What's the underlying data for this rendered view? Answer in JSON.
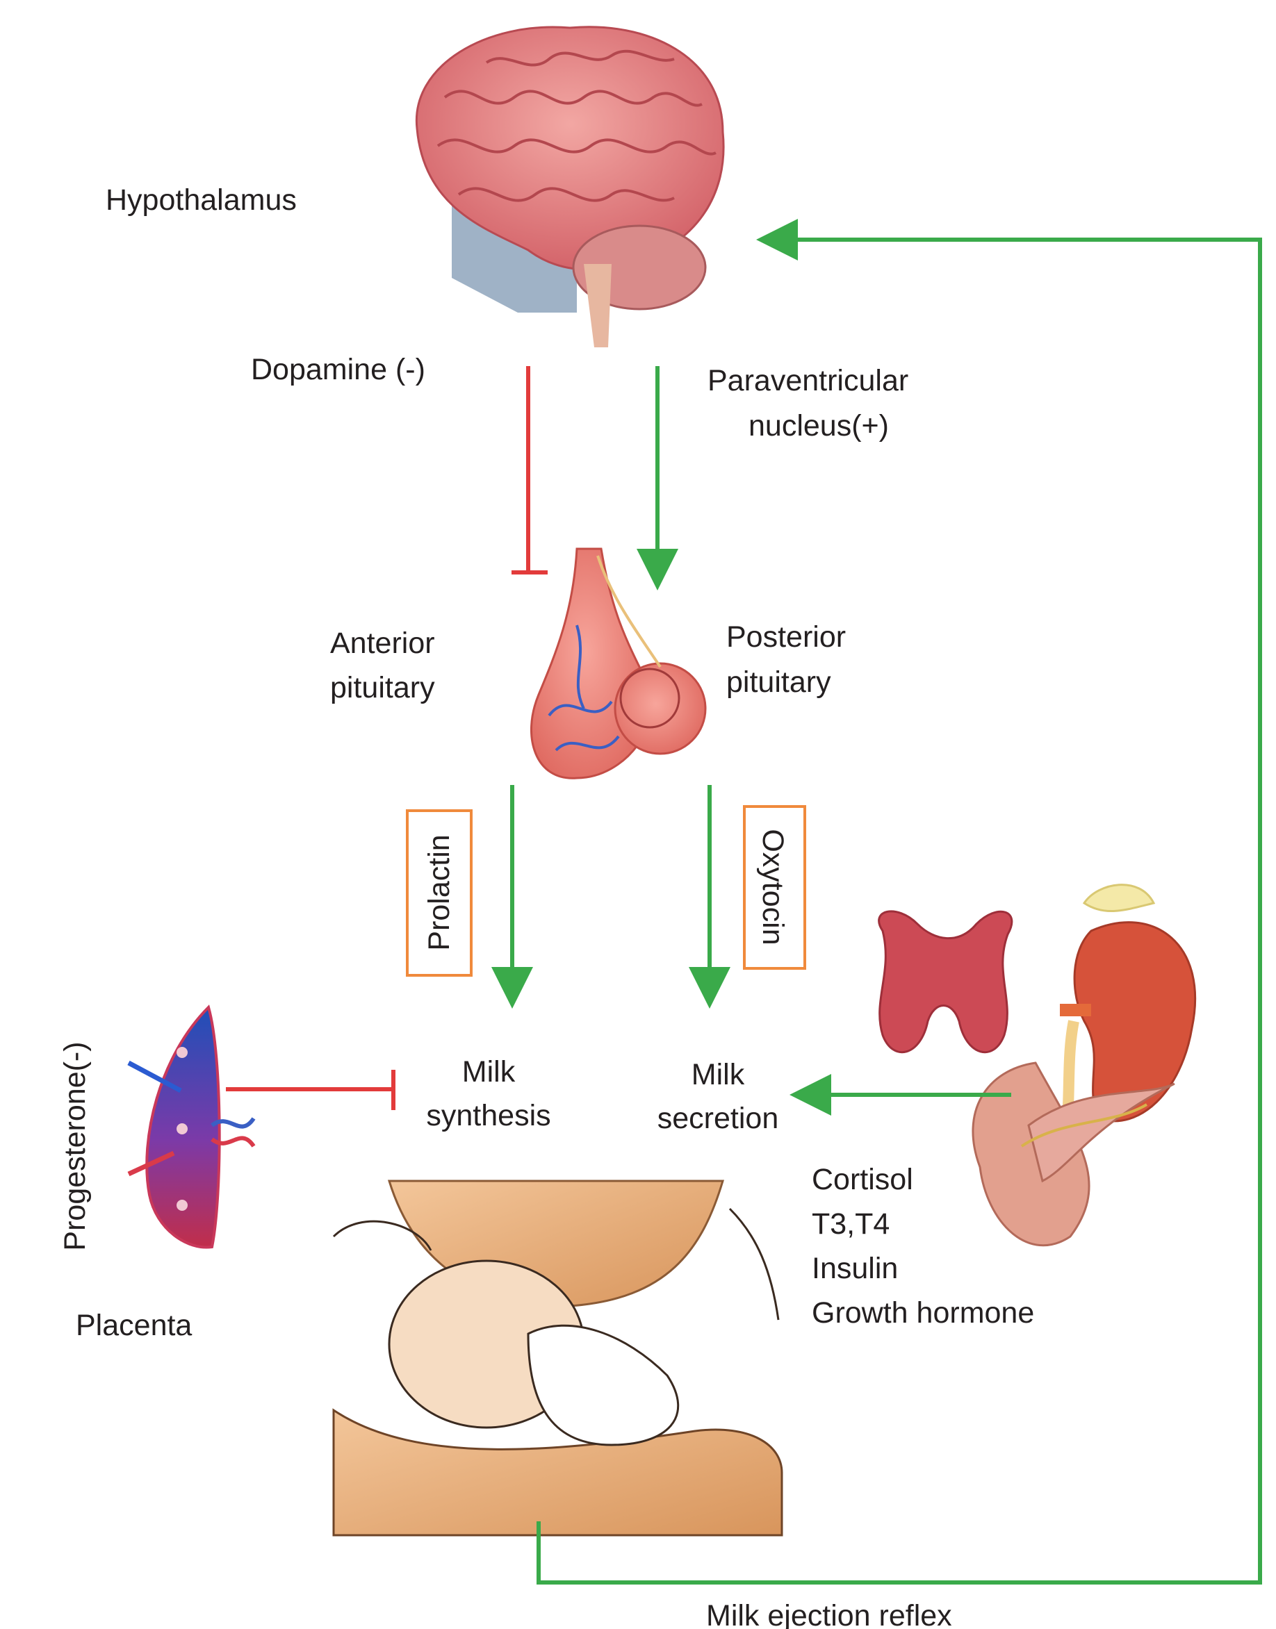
{
  "labels": {
    "hypothalamus": "Hypothalamus",
    "dopamine": "Dopamine (-)",
    "paraventricular_line1": "Paraventricular",
    "paraventricular_line2": "nucleus(+)",
    "anterior_line1": "Anterior",
    "anterior_line2": "pituitary",
    "posterior_line1": "Posterior",
    "posterior_line2": "pituitary",
    "prolactin": "Prolactin",
    "oxytocin": "Oxytocin",
    "progesterone": "Progesterone(-)",
    "placenta": "Placenta",
    "milk_synthesis_line1": "Milk",
    "milk_synthesis_line2": "synthesis",
    "milk_secretion_line1": "Milk",
    "milk_secretion_line2": "secretion",
    "hormones": [
      "Cortisol",
      "T3,T4",
      "Insulin",
      "Growth hormone"
    ],
    "milk_ejection_reflex": "Milk ejection reflex"
  },
  "colors": {
    "stimulatory_arrow": "#3aaa4a",
    "inhibitory_line": "#e23b3b",
    "label_box_border": "#f08a3c",
    "text": "#231f20"
  }
}
